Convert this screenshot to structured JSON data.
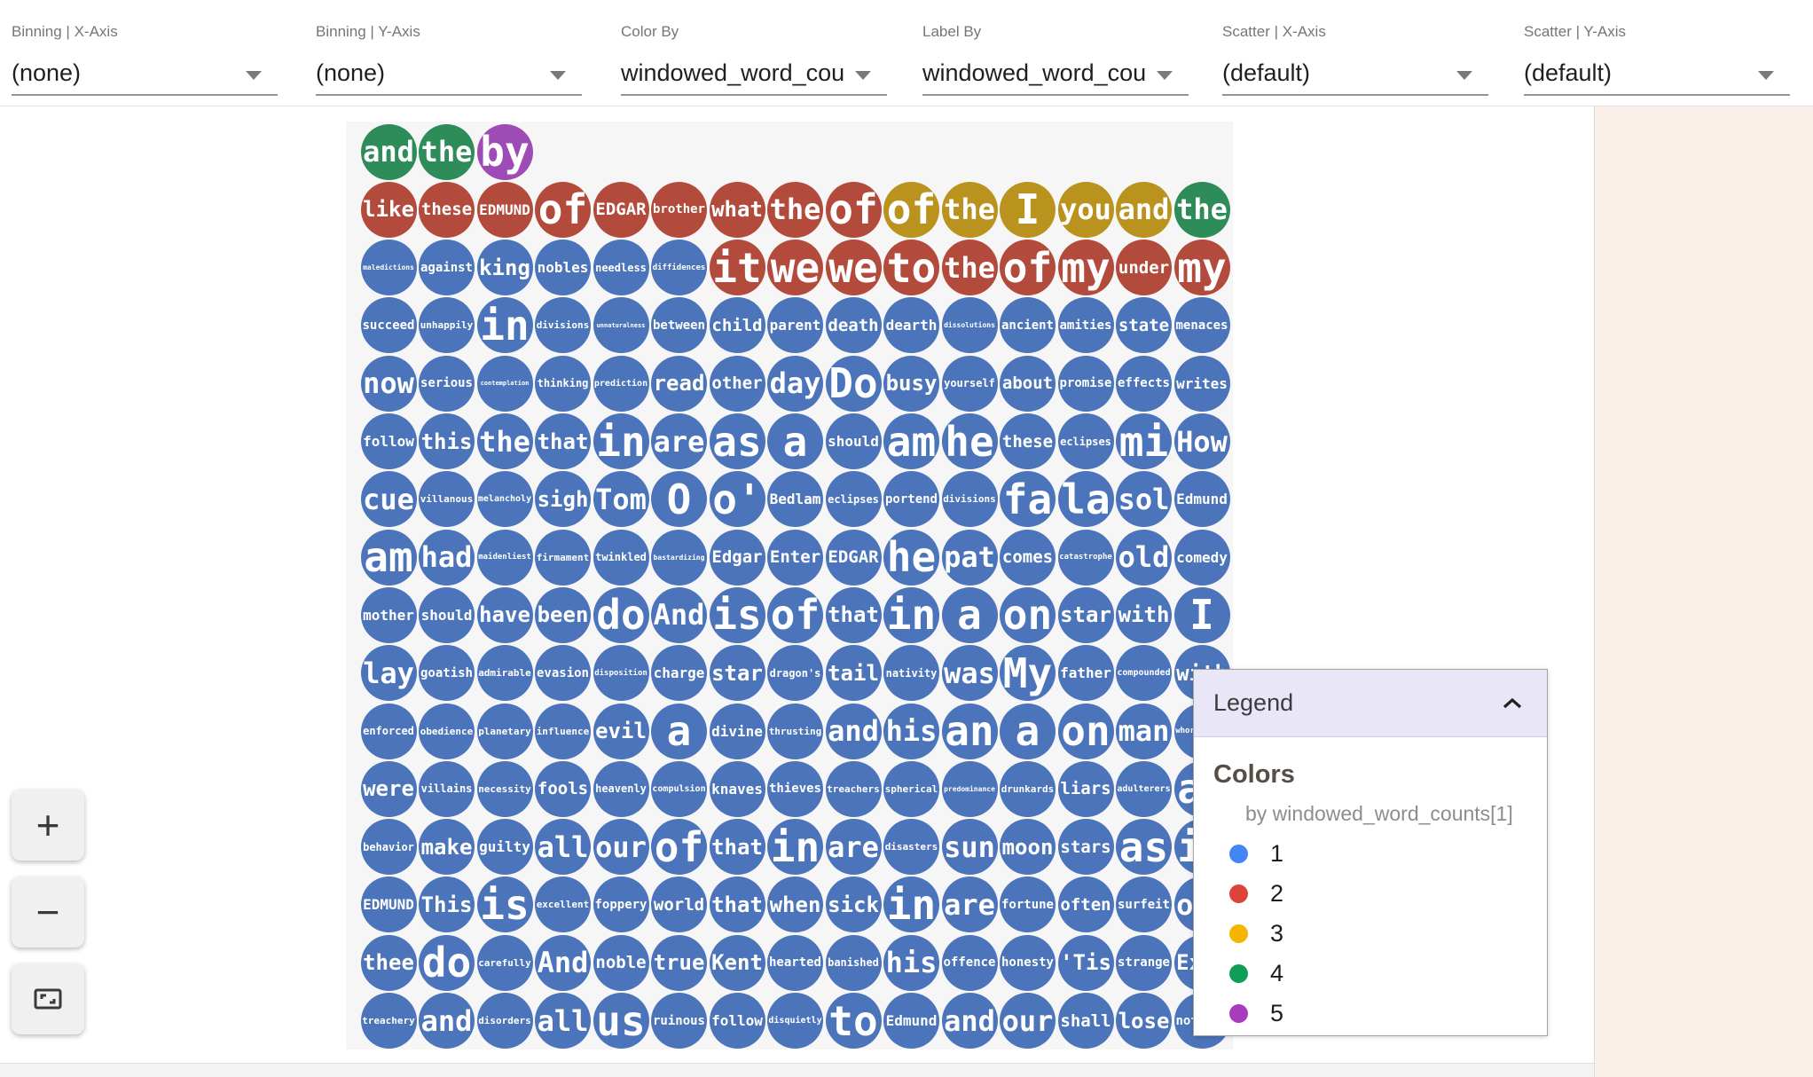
{
  "toolbar": {
    "dropdowns": [
      {
        "label": "Binning | X-Axis",
        "value": "(none)"
      },
      {
        "label": "Binning | Y-Axis",
        "value": "(none)"
      },
      {
        "label": "Color By",
        "value": "windowed_word_counts"
      },
      {
        "label": "Label By",
        "value": "windowed_word_counts"
      },
      {
        "label": "Scatter | X-Axis",
        "value": "(default)"
      },
      {
        "label": "Scatter | Y-Axis",
        "value": "(default)"
      }
    ],
    "arrow_icon": "dropdown-arrow"
  },
  "palette": {
    "bubble": {
      "1": "#4b74ba",
      "2": "#b34b3d",
      "3": "#b9931d",
      "4": "#2e8c59",
      "5": "#9e4cb5"
    },
    "plot_background": "#f6f6f6",
    "right_panel_background": "#faf0e9",
    "legend_header_background": "#e8e6f7"
  },
  "grid": {
    "rows": [
      [
        {
          "t": "and",
          "c": 4
        },
        {
          "t": "the",
          "c": 4
        },
        {
          "t": "by",
          "c": 5
        }
      ],
      [
        {
          "t": "like",
          "c": 2
        },
        {
          "t": "these",
          "c": 2
        },
        {
          "t": "EDMUND",
          "c": 2
        },
        {
          "t": "of",
          "c": 2
        },
        {
          "t": "EDGAR",
          "c": 2
        },
        {
          "t": "brother",
          "c": 2
        },
        {
          "t": "what",
          "c": 2
        },
        {
          "t": "the",
          "c": 2
        },
        {
          "t": "of",
          "c": 2
        },
        {
          "t": "of",
          "c": 3
        },
        {
          "t": "the",
          "c": 3
        },
        {
          "t": "I",
          "c": 3
        },
        {
          "t": "you",
          "c": 3
        },
        {
          "t": "and",
          "c": 3
        },
        {
          "t": "the",
          "c": 4
        }
      ],
      [
        {
          "t": "maledictions",
          "c": 1
        },
        {
          "t": "against",
          "c": 1
        },
        {
          "t": "king",
          "c": 1
        },
        {
          "t": "nobles",
          "c": 1
        },
        {
          "t": "needless",
          "c": 1
        },
        {
          "t": "diffidences",
          "c": 1
        },
        {
          "t": "it",
          "c": 2
        },
        {
          "t": "we",
          "c": 2
        },
        {
          "t": "we",
          "c": 2
        },
        {
          "t": "to",
          "c": 2
        },
        {
          "t": "the",
          "c": 2
        },
        {
          "t": "of",
          "c": 2
        },
        {
          "t": "my",
          "c": 2
        },
        {
          "t": "under",
          "c": 2
        },
        {
          "t": "my",
          "c": 2
        }
      ],
      [
        {
          "t": "succeed",
          "c": 1
        },
        {
          "t": "unhappily",
          "c": 1
        },
        {
          "t": "in",
          "c": 1
        },
        {
          "t": "divisions",
          "c": 1
        },
        {
          "t": "unnaturalness",
          "c": 1
        },
        {
          "t": "between",
          "c": 1
        },
        {
          "t": "child",
          "c": 1
        },
        {
          "t": "parent",
          "c": 1
        },
        {
          "t": "death",
          "c": 1
        },
        {
          "t": "dearth",
          "c": 1
        },
        {
          "t": "dissolutions",
          "c": 1
        },
        {
          "t": "ancient",
          "c": 1
        },
        {
          "t": "amities",
          "c": 1
        },
        {
          "t": "state",
          "c": 1
        },
        {
          "t": "menaces",
          "c": 1
        }
      ],
      [
        {
          "t": "now",
          "c": 1
        },
        {
          "t": "serious",
          "c": 1
        },
        {
          "t": "contemplation",
          "c": 1
        },
        {
          "t": "thinking",
          "c": 1
        },
        {
          "t": "prediction",
          "c": 1
        },
        {
          "t": "read",
          "c": 1
        },
        {
          "t": "other",
          "c": 1
        },
        {
          "t": "day",
          "c": 1
        },
        {
          "t": "Do",
          "c": 1
        },
        {
          "t": "busy",
          "c": 1
        },
        {
          "t": "yourself",
          "c": 1
        },
        {
          "t": "about",
          "c": 1
        },
        {
          "t": "promise",
          "c": 1
        },
        {
          "t": "effects",
          "c": 1
        },
        {
          "t": "writes",
          "c": 1
        }
      ],
      [
        {
          "t": "follow",
          "c": 1
        },
        {
          "t": "this",
          "c": 1
        },
        {
          "t": "the",
          "c": 1
        },
        {
          "t": "that",
          "c": 1
        },
        {
          "t": "in",
          "c": 1
        },
        {
          "t": "are",
          "c": 1
        },
        {
          "t": "as",
          "c": 1
        },
        {
          "t": "a",
          "c": 1
        },
        {
          "t": "should",
          "c": 1
        },
        {
          "t": "am",
          "c": 1
        },
        {
          "t": "he",
          "c": 1
        },
        {
          "t": "these",
          "c": 1
        },
        {
          "t": "eclipses",
          "c": 1
        },
        {
          "t": "mi",
          "c": 1
        },
        {
          "t": "How",
          "c": 1
        }
      ],
      [
        {
          "t": "cue",
          "c": 1
        },
        {
          "t": "villanous",
          "c": 1
        },
        {
          "t": "melancholy",
          "c": 1
        },
        {
          "t": "sigh",
          "c": 1
        },
        {
          "t": "Tom",
          "c": 1
        },
        {
          "t": "O",
          "c": 1
        },
        {
          "t": "o'",
          "c": 1
        },
        {
          "t": "Bedlam",
          "c": 1
        },
        {
          "t": "eclipses",
          "c": 1
        },
        {
          "t": "portend",
          "c": 1
        },
        {
          "t": "divisions",
          "c": 1
        },
        {
          "t": "fa",
          "c": 1
        },
        {
          "t": "la",
          "c": 1
        },
        {
          "t": "sol",
          "c": 1
        },
        {
          "t": "Edmund",
          "c": 1
        }
      ],
      [
        {
          "t": "am",
          "c": 1
        },
        {
          "t": "had",
          "c": 1
        },
        {
          "t": "maidenliest",
          "c": 1
        },
        {
          "t": "firmament",
          "c": 1
        },
        {
          "t": "twinkled",
          "c": 1
        },
        {
          "t": "bastardizing",
          "c": 1
        },
        {
          "t": "Edgar",
          "c": 1
        },
        {
          "t": "Enter",
          "c": 1
        },
        {
          "t": "EDGAR",
          "c": 1
        },
        {
          "t": "he",
          "c": 1
        },
        {
          "t": "pat",
          "c": 1
        },
        {
          "t": "comes",
          "c": 1
        },
        {
          "t": "catastrophe",
          "c": 1
        },
        {
          "t": "old",
          "c": 1
        },
        {
          "t": "comedy",
          "c": 1
        }
      ],
      [
        {
          "t": "mother",
          "c": 1
        },
        {
          "t": "should",
          "c": 1
        },
        {
          "t": "have",
          "c": 1
        },
        {
          "t": "been",
          "c": 1
        },
        {
          "t": "do",
          "c": 1
        },
        {
          "t": "And",
          "c": 1
        },
        {
          "t": "is",
          "c": 1
        },
        {
          "t": "of",
          "c": 1
        },
        {
          "t": "that",
          "c": 1
        },
        {
          "t": "in",
          "c": 1
        },
        {
          "t": "a",
          "c": 1
        },
        {
          "t": "on",
          "c": 1
        },
        {
          "t": "star",
          "c": 1
        },
        {
          "t": "with",
          "c": 1
        },
        {
          "t": "I",
          "c": 1
        }
      ],
      [
        {
          "t": "lay",
          "c": 1
        },
        {
          "t": "goatish",
          "c": 1
        },
        {
          "t": "admirable",
          "c": 1
        },
        {
          "t": "evasion",
          "c": 1
        },
        {
          "t": "disposition",
          "c": 1
        },
        {
          "t": "charge",
          "c": 1
        },
        {
          "t": "star",
          "c": 1
        },
        {
          "t": "dragon's",
          "c": 1
        },
        {
          "t": "tail",
          "c": 1
        },
        {
          "t": "nativity",
          "c": 1
        },
        {
          "t": "was",
          "c": 1
        },
        {
          "t": "My",
          "c": 1
        },
        {
          "t": "father",
          "c": 1
        },
        {
          "t": "compounded",
          "c": 1
        },
        {
          "t": "with",
          "c": 1
        }
      ],
      [
        {
          "t": "enforced",
          "c": 1
        },
        {
          "t": "obedience",
          "c": 1
        },
        {
          "t": "planetary",
          "c": 1
        },
        {
          "t": "influence",
          "c": 1
        },
        {
          "t": "evil",
          "c": 1
        },
        {
          "t": "a",
          "c": 1
        },
        {
          "t": "divine",
          "c": 1
        },
        {
          "t": "thrusting",
          "c": 1
        },
        {
          "t": "and",
          "c": 1
        },
        {
          "t": "his",
          "c": 1
        },
        {
          "t": "an",
          "c": 1
        },
        {
          "t": "a",
          "c": 1
        },
        {
          "t": "on",
          "c": 1
        },
        {
          "t": "man",
          "c": 1
        },
        {
          "t": "whoremaster",
          "c": 1
        }
      ],
      [
        {
          "t": "were",
          "c": 1
        },
        {
          "t": "villains",
          "c": 1
        },
        {
          "t": "necessity",
          "c": 1
        },
        {
          "t": "fools",
          "c": 1
        },
        {
          "t": "heavenly",
          "c": 1
        },
        {
          "t": "compulsion",
          "c": 1
        },
        {
          "t": "knaves",
          "c": 1
        },
        {
          "t": "thieves",
          "c": 1
        },
        {
          "t": "treachers",
          "c": 1
        },
        {
          "t": "spherical",
          "c": 1
        },
        {
          "t": "predominance",
          "c": 1
        },
        {
          "t": "drunkards",
          "c": 1
        },
        {
          "t": "liars",
          "c": 1
        },
        {
          "t": "adulterers",
          "c": 1
        },
        {
          "t": "an",
          "c": 1
        }
      ],
      [
        {
          "t": "behavior",
          "c": 1
        },
        {
          "t": "make",
          "c": 1
        },
        {
          "t": "guilty",
          "c": 1
        },
        {
          "t": "all",
          "c": 1
        },
        {
          "t": "our",
          "c": 1
        },
        {
          "t": "of",
          "c": 1
        },
        {
          "t": "that",
          "c": 1
        },
        {
          "t": "in",
          "c": 1
        },
        {
          "t": "are",
          "c": 1
        },
        {
          "t": "disasters",
          "c": 1
        },
        {
          "t": "sun",
          "c": 1
        },
        {
          "t": "moon",
          "c": 1
        },
        {
          "t": "stars",
          "c": 1
        },
        {
          "t": "as",
          "c": 1
        },
        {
          "t": "if",
          "c": 1
        }
      ],
      [
        {
          "t": "EDMUND",
          "c": 1
        },
        {
          "t": "This",
          "c": 1
        },
        {
          "t": "is",
          "c": 1
        },
        {
          "t": "excellent",
          "c": 1
        },
        {
          "t": "foppery",
          "c": 1
        },
        {
          "t": "world",
          "c": 1
        },
        {
          "t": "that",
          "c": 1
        },
        {
          "t": "when",
          "c": 1
        },
        {
          "t": "sick",
          "c": 1
        },
        {
          "t": "in",
          "c": 1
        },
        {
          "t": "are",
          "c": 1
        },
        {
          "t": "fortune",
          "c": 1
        },
        {
          "t": "often",
          "c": 1
        },
        {
          "t": "surfeit",
          "c": 1
        },
        {
          "t": "our",
          "c": 1
        }
      ],
      [
        {
          "t": "thee",
          "c": 1
        },
        {
          "t": "do",
          "c": 1
        },
        {
          "t": "carefully",
          "c": 1
        },
        {
          "t": "And",
          "c": 1
        },
        {
          "t": "noble",
          "c": 1
        },
        {
          "t": "true",
          "c": 1
        },
        {
          "t": "Kent",
          "c": 1
        },
        {
          "t": "hearted",
          "c": 1
        },
        {
          "t": "banished",
          "c": 1
        },
        {
          "t": "his",
          "c": 1
        },
        {
          "t": "offence",
          "c": 1
        },
        {
          "t": "honesty",
          "c": 1
        },
        {
          "t": "'Tis",
          "c": 1
        },
        {
          "t": "strange",
          "c": 1
        },
        {
          "t": "Exit",
          "c": 1
        }
      ],
      [
        {
          "t": "treachery",
          "c": 1
        },
        {
          "t": "and",
          "c": 1
        },
        {
          "t": "disorders",
          "c": 1
        },
        {
          "t": "all",
          "c": 1
        },
        {
          "t": "us",
          "c": 1
        },
        {
          "t": "ruinous",
          "c": 1
        },
        {
          "t": "follow",
          "c": 1
        },
        {
          "t": "disquietly",
          "c": 1
        },
        {
          "t": "to",
          "c": 1
        },
        {
          "t": "Edmund",
          "c": 1
        },
        {
          "t": "and",
          "c": 1
        },
        {
          "t": "our",
          "c": 1
        },
        {
          "t": "shall",
          "c": 1
        },
        {
          "t": "lose",
          "c": 1
        },
        {
          "t": "nothing",
          "c": 1
        }
      ]
    ]
  },
  "legend": {
    "title": "Legend",
    "collapse_icon": "chevron-up",
    "section_title": "Colors",
    "subtitle": "by windowed_word_counts[1]",
    "items": [
      {
        "label": "1",
        "color": "#4285f4"
      },
      {
        "label": "2",
        "color": "#db4437"
      },
      {
        "label": "3",
        "color": "#f4b400"
      },
      {
        "label": "4",
        "color": "#0f9d58"
      },
      {
        "label": "5",
        "color": "#a73cbe"
      }
    ]
  },
  "zoom_controls": {
    "zoom_in_label": "+",
    "zoom_out_label": "−",
    "fit_icon": "fit-to-screen"
  }
}
